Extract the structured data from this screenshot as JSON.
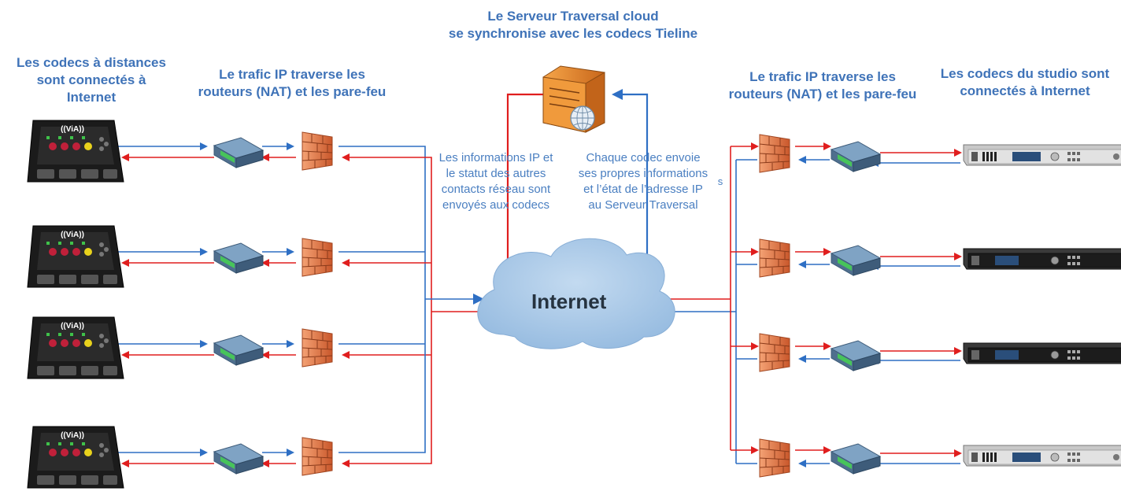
{
  "labels": {
    "top_title_line1": "Le Serveur Traversal cloud",
    "top_title_line2": "se synchronise avec les codecs Tieline",
    "left_codecs_line1": "Les codecs à distances",
    "left_codecs_line2": "sont connectés à",
    "left_codecs_line3": "Internet",
    "left_traffic_line1": "Le trafic IP traverse les",
    "left_traffic_line2": "routeurs (NAT) et les pare-feu",
    "right_traffic_line1": "Le trafic IP traverse les",
    "right_traffic_line2": "routeurs (NAT) et les pare-feu",
    "right_codecs_line1": "Les codecs du studio sont",
    "right_codecs_line2": "connectés à Internet",
    "info_line1": "Les informations IP et",
    "info_line2": "le statut des autres",
    "info_line3": "contacts réseau sont",
    "info_line4": "envoyés aux codecs",
    "send_line1": "Chaque codec envoie",
    "send_line2": "ses propres informations",
    "send_line3": "et l’état de l’adresse IP",
    "send_line4": "au Serveur Traversal",
    "stray_s": "s",
    "cloud": "Internet",
    "via_logo": "((ViA))"
  },
  "colors": {
    "label_blue": "#3f73b8",
    "line_blue": "#2e6fc4",
    "line_red": "#e01e1e",
    "cloud_fill": "#a9c8e6",
    "firewall": "#e8834f",
    "router": "#5d7d9c",
    "server": "#e88a2e"
  },
  "icons": [
    "via-codec-icon",
    "router-icon",
    "firewall-icon",
    "server-icon",
    "globe-icon",
    "rack-codec-icon",
    "cloud-icon"
  ]
}
